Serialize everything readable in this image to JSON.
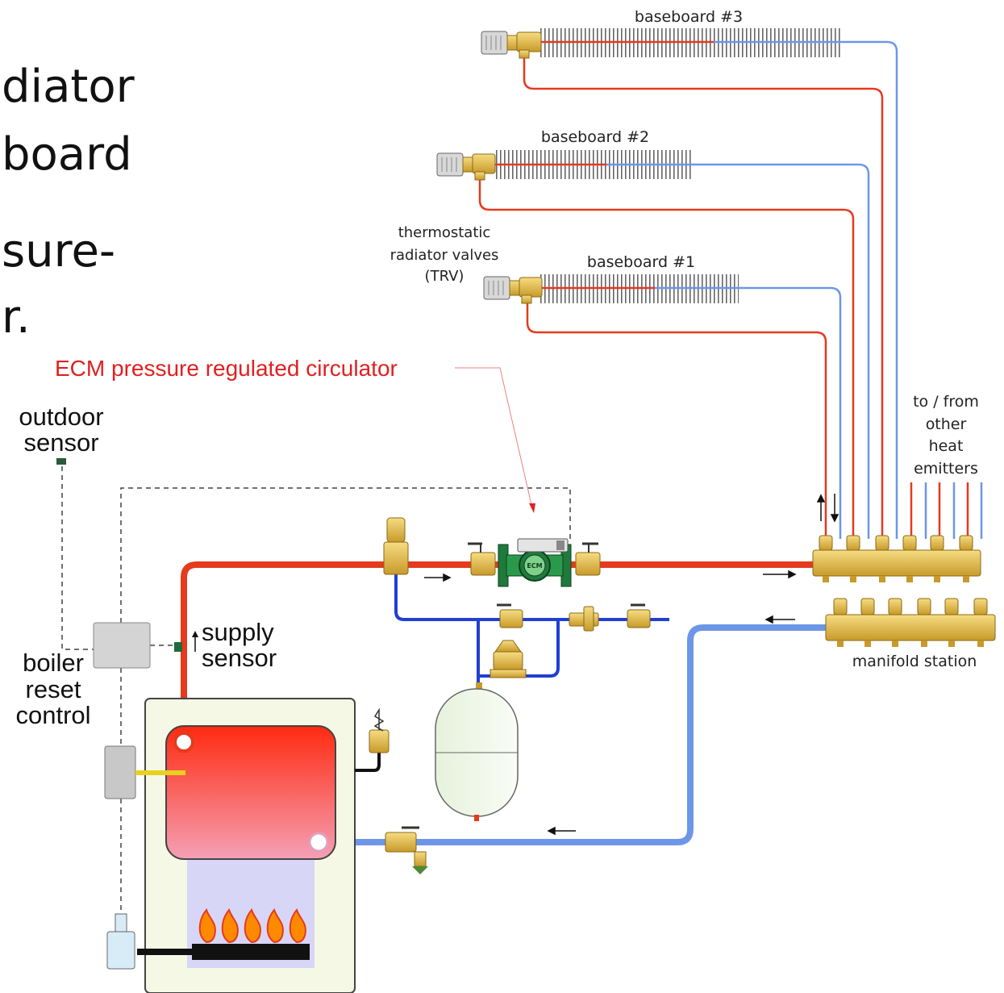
{
  "slide_text": {
    "line1": "diator",
    "line2": "board",
    "line3": "sure-",
    "line4": "r."
  },
  "labels": {
    "baseboard_3": "baseboard #3",
    "baseboard_2": "baseboard #2",
    "baseboard_1": "baseboard #1",
    "trv_line1": "thermostatic",
    "trv_line2": "radiator valves",
    "trv_line3": "(TRV)",
    "ecm": "ECM pressure regulated circulator",
    "outdoor_line1": "outdoor",
    "outdoor_line2": "sensor",
    "supply_line1": "supply",
    "supply_line2": "sensor",
    "boiler_line1": "boiler",
    "boiler_line2": "reset",
    "boiler_line3": "control",
    "emit_line1": "to / from",
    "emit_line2": "other",
    "emit_line3": "heat",
    "emit_line4": "emitters",
    "manifold": "manifold station",
    "ecm_badge": "ECM"
  },
  "colors": {
    "supply_red": "#e53a1e",
    "return_blue": "#6e96e8",
    "blue_dark": "#2040d0",
    "brass": "#e8c24a",
    "ecm_label": "#e02020"
  }
}
